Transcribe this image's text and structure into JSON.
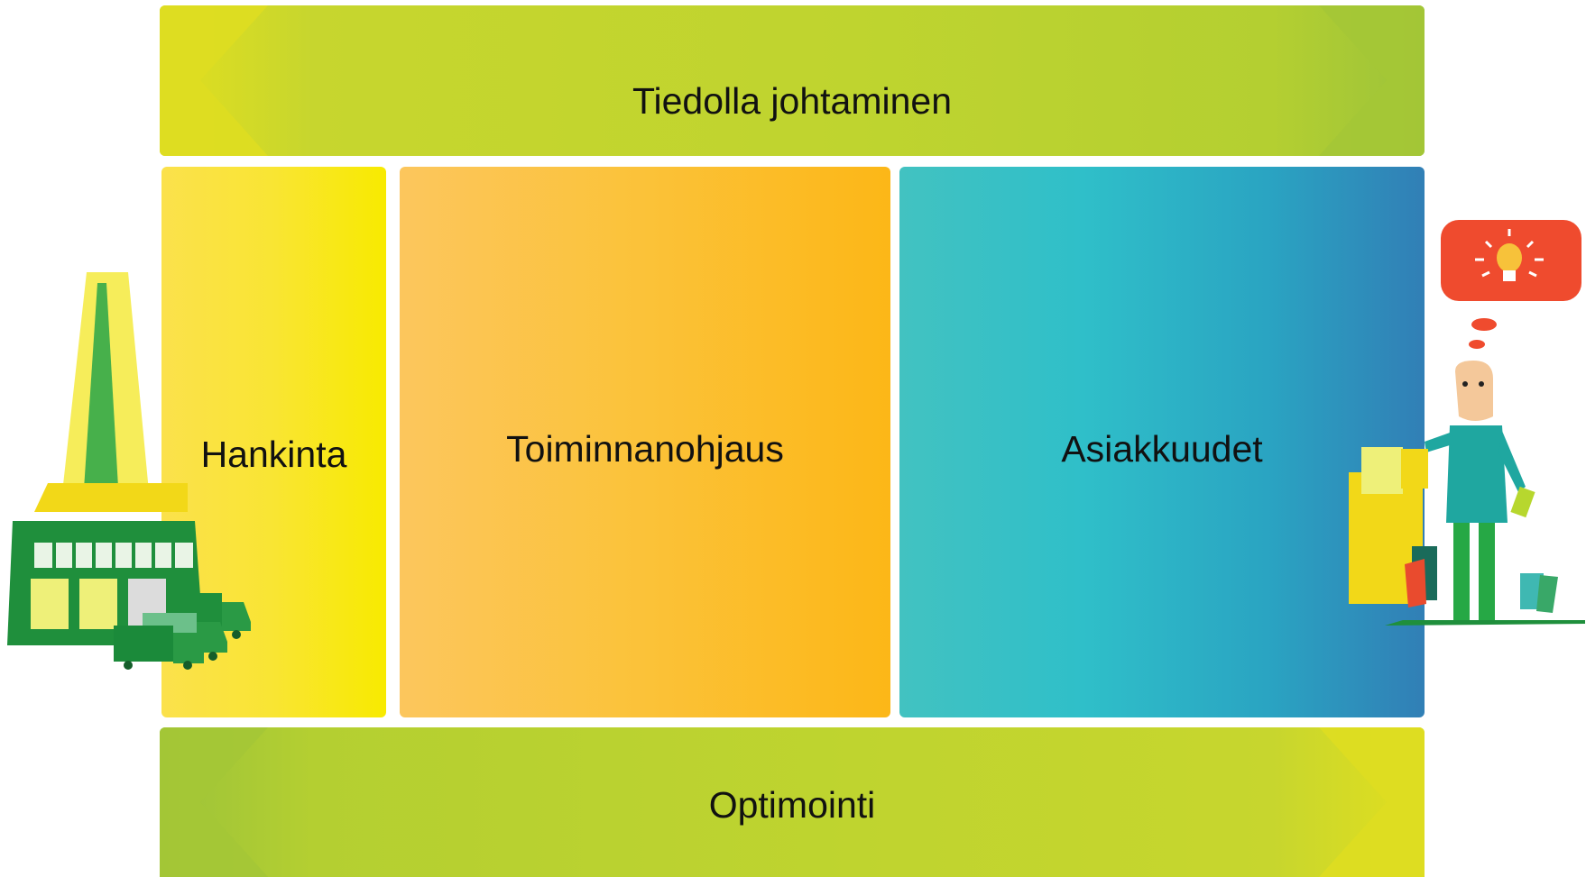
{
  "top_band": {
    "label": "Tiedolla johtaminen"
  },
  "columns": [
    {
      "label": "Hankinta"
    },
    {
      "label": "Toiminnanohjaus"
    },
    {
      "label": "Asiakkuudet"
    }
  ],
  "bottom_band": {
    "label": "Optimointi"
  },
  "colors": {
    "band_green": "#bfd42f",
    "hankinta_yellow": "#f8ea00",
    "toiminnanohjaus_orange": "#fbc33c",
    "asiakkuudet_teal": "#2fbfc9",
    "asiakkuudet_blue": "#317fb6",
    "factory_green": "#1f8f3c",
    "lightbulb_bubble": "#ef4b2e"
  },
  "icons": [
    "factory-icon",
    "truck-icon",
    "person-icon",
    "lightbulb-icon",
    "phone-icon"
  ]
}
